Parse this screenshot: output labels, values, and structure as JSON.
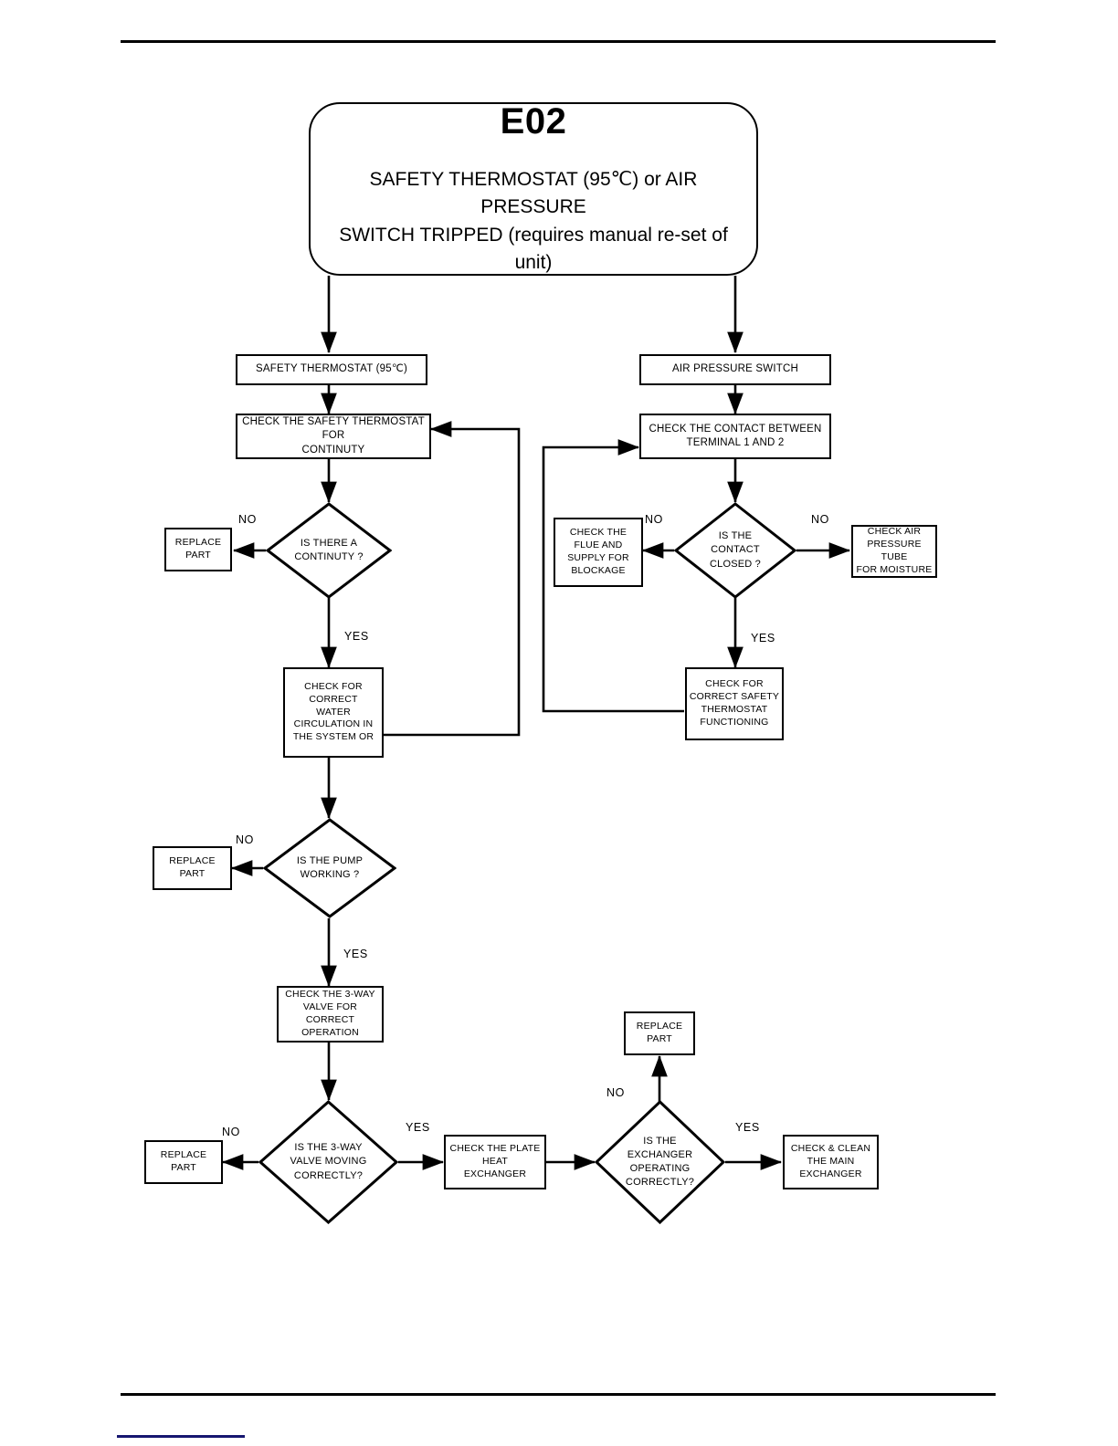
{
  "page": {
    "background_color": "#ffffff",
    "line_color": "#000000",
    "accent_color": "#161670"
  },
  "title_box": {
    "code": "E02",
    "description_line1": "SAFETY THERMOSTAT (95℃) or AIR PRESSURE",
    "description_line2": "SWITCH TRIPPED (requires manual re-set of unit)"
  },
  "chart_data": {
    "type": "diagram",
    "title": "E02 — SAFETY THERMOSTAT (95℃) or AIR PRESSURE SWITCH TRIPPED (requires manual re-set of unit)",
    "nodes": [
      {
        "id": "start",
        "shape": "terminator",
        "text": "E02 SAFETY THERMOSTAT (95℃) or AIR PRESSURE SWITCH TRIPPED (requires manual re-set of unit)"
      },
      {
        "id": "safety_thermo",
        "shape": "process",
        "text": "SAFETY THERMOSTAT (95℃)"
      },
      {
        "id": "air_switch",
        "shape": "process",
        "text": "AIR PRESSURE SWITCH"
      },
      {
        "id": "check_cont",
        "shape": "process",
        "text": "CHECK THE SAFETY THERMOSTAT FOR CONTINUTY"
      },
      {
        "id": "check_contact",
        "shape": "process",
        "text": "CHECK THE CONTACT BETWEEN TERMINAL 1 AND 2"
      },
      {
        "id": "q_continuity",
        "shape": "decision",
        "text": "IS THERE A CONTINUTY ?"
      },
      {
        "id": "q_contact",
        "shape": "decision",
        "text": "IS THE CONTACT CLOSED ?"
      },
      {
        "id": "replace1",
        "shape": "process",
        "text": "REPLACE PART"
      },
      {
        "id": "check_flue",
        "shape": "process",
        "text": "CHECK THE FLUE AND SUPPLY FOR BLOCKAGE"
      },
      {
        "id": "check_tube",
        "shape": "process",
        "text": "CHECK AIR PRESSURE TUBE FOR MOISTURE"
      },
      {
        "id": "check_water",
        "shape": "process",
        "text": "CHECK FOR CORRECT WATER CIRCULATION IN THE SYSTEM OR"
      },
      {
        "id": "check_safety_f",
        "shape": "process",
        "text": "CHECK FOR CORRECT SAFETY THERMOSTAT FUNCTIONING"
      },
      {
        "id": "q_pump",
        "shape": "decision",
        "text": "IS THE PUMP WORKING ?"
      },
      {
        "id": "replace2",
        "shape": "process",
        "text": "REPLACE PART"
      },
      {
        "id": "check_valve",
        "shape": "process",
        "text": "CHECK THE 3-WAY VALVE FOR CORRECT OPERATION"
      },
      {
        "id": "q_valve",
        "shape": "decision",
        "text": "IS THE 3-WAY VALVE MOVING CORRECTLY?"
      },
      {
        "id": "replace3",
        "shape": "process",
        "text": "REPLACE PART"
      },
      {
        "id": "check_plate",
        "shape": "process",
        "text": "CHECK THE PLATE HEAT EXCHANGER"
      },
      {
        "id": "q_exchanger",
        "shape": "decision",
        "text": "IS THE EXCHANGER OPERATING CORRECTLY?"
      },
      {
        "id": "replace4",
        "shape": "process",
        "text": "REPLACE PART"
      },
      {
        "id": "clean_main",
        "shape": "process",
        "text": "CHECK & CLEAN THE MAIN EXCHANGER"
      }
    ],
    "edges": [
      {
        "from": "start",
        "to": "safety_thermo",
        "label": ""
      },
      {
        "from": "start",
        "to": "air_switch",
        "label": ""
      },
      {
        "from": "safety_thermo",
        "to": "check_cont",
        "label": ""
      },
      {
        "from": "air_switch",
        "to": "check_contact",
        "label": ""
      },
      {
        "from": "check_cont",
        "to": "q_continuity",
        "label": ""
      },
      {
        "from": "check_contact",
        "to": "q_contact",
        "label": ""
      },
      {
        "from": "q_continuity",
        "to": "replace1",
        "label": "NO"
      },
      {
        "from": "q_continuity",
        "to": "check_water",
        "label": "YES"
      },
      {
        "from": "q_contact",
        "to": "check_flue",
        "label": "NO"
      },
      {
        "from": "q_contact",
        "to": "check_tube",
        "label": "NO"
      },
      {
        "from": "q_contact",
        "to": "check_safety_f",
        "label": "YES"
      },
      {
        "from": "check_water",
        "to": "check_contact",
        "label": ""
      },
      {
        "from": "check_safety_f",
        "to": "check_cont",
        "label": ""
      },
      {
        "from": "check_water",
        "to": "q_pump",
        "label": ""
      },
      {
        "from": "q_pump",
        "to": "replace2",
        "label": "NO"
      },
      {
        "from": "q_pump",
        "to": "check_valve",
        "label": "YES"
      },
      {
        "from": "check_valve",
        "to": "q_valve",
        "label": ""
      },
      {
        "from": "q_valve",
        "to": "replace3",
        "label": "NO"
      },
      {
        "from": "q_valve",
        "to": "check_plate",
        "label": "YES"
      },
      {
        "from": "check_plate",
        "to": "q_exchanger",
        "label": ""
      },
      {
        "from": "q_exchanger",
        "to": "replace4",
        "label": "NO"
      },
      {
        "from": "q_exchanger",
        "to": "clean_main",
        "label": "YES"
      }
    ]
  },
  "nodes": {
    "safety_thermostat": "SAFETY THERMOSTAT (95℃)",
    "air_pressure_switch": "AIR PRESSURE SWITCH",
    "check_continuity_l1": "CHECK THE SAFETY THERMOSTAT FOR",
    "check_continuity_l2": "CONTINUTY",
    "check_contact_l1": "CHECK THE CONTACT BETWEEN",
    "check_contact_l2": "TERMINAL 1 AND 2",
    "q_continuity_l1": "IS THERE A",
    "q_continuity_l2": "CONTINUTY ?",
    "q_contact_l1": "IS THE",
    "q_contact_l2": "CONTACT",
    "q_contact_l3": "CLOSED ?",
    "replace_part_l1": "REPLACE",
    "replace_part_l2": "PART",
    "check_flue_l1": "CHECK THE",
    "check_flue_l2": "FLUE AND",
    "check_flue_l3": "SUPPLY FOR",
    "check_flue_l4": "BLOCKAGE",
    "check_tube_l1": "CHECK AIR",
    "check_tube_l2": "PRESSURE TUBE",
    "check_tube_l3": "FOR MOISTURE",
    "check_water_l1": "CHECK FOR",
    "check_water_l2": "CORRECT",
    "check_water_l3": "WATER",
    "check_water_l4": "CIRCULATION IN",
    "check_water_l5": "THE SYSTEM OR",
    "check_safety_func_l1": "CHECK FOR",
    "check_safety_func_l2": "CORRECT SAFETY",
    "check_safety_func_l3": "THERMOSTAT",
    "check_safety_func_l4": "FUNCTIONING",
    "q_pump_l1": "IS THE PUMP",
    "q_pump_l2": "WORKING ?",
    "check_valve_l1": "CHECK THE 3-WAY",
    "check_valve_l2": "VALVE FOR CORRECT",
    "check_valve_l3": "OPERATION",
    "q_valve_l1": "IS THE 3-WAY",
    "q_valve_l2": "VALVE MOVING",
    "q_valve_l3": "CORRECTLY?",
    "check_plate_l1": "CHECK THE PLATE",
    "check_plate_l2": "HEAT",
    "check_plate_l3": "EXCHANGER",
    "q_exchanger_l1": "IS THE",
    "q_exchanger_l2": "EXCHANGER",
    "q_exchanger_l3": "OPERATING",
    "q_exchanger_l4": "CORRECTLY?",
    "clean_main_l1": "CHECK & CLEAN",
    "clean_main_l2": "THE MAIN",
    "clean_main_l3": "EXCHANGER"
  },
  "edge_labels": {
    "no_continuity": "NO",
    "yes_continuity": "YES",
    "no_contact_left": "NO",
    "no_contact_right": "NO",
    "yes_contact": "YES",
    "no_pump": "NO",
    "yes_pump": "YES",
    "no_valve": "NO",
    "yes_valve": "YES",
    "no_exchanger": "NO",
    "yes_exchanger": "YES"
  }
}
